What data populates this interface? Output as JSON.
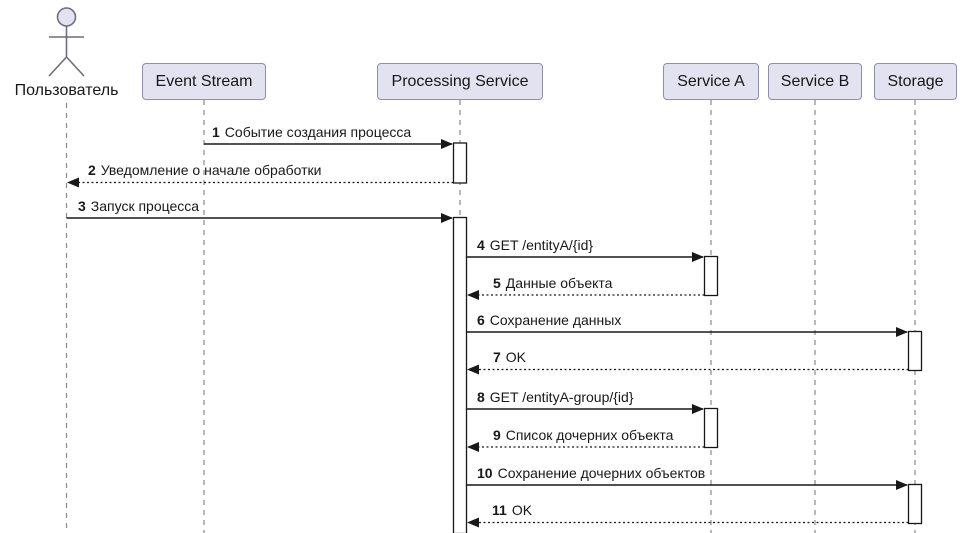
{
  "diagram": {
    "kind": "uml-sequence-diagram",
    "actor": {
      "name": "Пользователь"
    },
    "participants": [
      {
        "name": "Event Stream"
      },
      {
        "name": "Processing Service"
      },
      {
        "name": "Service A"
      },
      {
        "name": "Service B"
      },
      {
        "name": "Storage"
      }
    ],
    "messages": [
      {
        "num": "1",
        "label": "Событие создания процесса",
        "from": "Event Stream",
        "to": "Processing Service",
        "line": "solid"
      },
      {
        "num": "2",
        "label": "Уведомление о начале обработки",
        "from": "Processing Service",
        "to": "Пользователь",
        "line": "dashed"
      },
      {
        "num": "3",
        "label": "Запуск процесса",
        "from": "Пользователь",
        "to": "Processing Service",
        "line": "solid"
      },
      {
        "num": "4",
        "label": "GET /entityA/{id}",
        "from": "Processing Service",
        "to": "Service A",
        "line": "solid"
      },
      {
        "num": "5",
        "label": "Данные объекта",
        "from": "Service A",
        "to": "Processing Service",
        "line": "dashed"
      },
      {
        "num": "6",
        "label": "Сохранение данных",
        "from": "Processing Service",
        "to": "Storage",
        "line": "solid"
      },
      {
        "num": "7",
        "label": "OK",
        "from": "Storage",
        "to": "Processing Service",
        "line": "dashed"
      },
      {
        "num": "8",
        "label": "GET /entityA-group/{id}",
        "from": "Processing Service",
        "to": "Service A",
        "line": "solid"
      },
      {
        "num": "9",
        "label": "Список дочерних объекта",
        "from": "Service A",
        "to": "Processing Service",
        "line": "dashed"
      },
      {
        "num": "10",
        "label": "Сохранение дочерних объектов",
        "from": "Processing Service",
        "to": "Storage",
        "line": "solid"
      },
      {
        "num": "11",
        "label": "OK",
        "from": "Storage",
        "to": "Processing Service",
        "line": "dashed"
      }
    ],
    "colors": {
      "box-fill": "#E2E2F0",
      "box-border": "#8f8fa8",
      "lifeline": "#8a8a8a",
      "arrow": "#181818",
      "text": "#181818"
    }
  }
}
